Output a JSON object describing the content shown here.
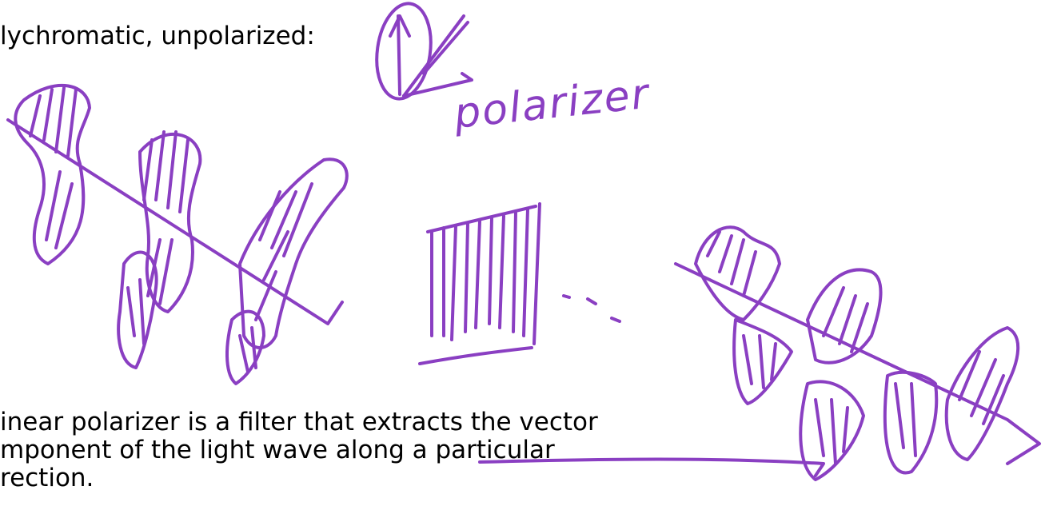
{
  "slide": {
    "heading": "lychromatic, unpolarized:",
    "body_lines": [
      "inear polarizer is a filter that extracts the vector",
      "mponent of the light wave along a particular",
      "rection."
    ]
  },
  "annotations": {
    "handwritten_label": "polarizer",
    "ink_color": "#8a3fc2"
  }
}
